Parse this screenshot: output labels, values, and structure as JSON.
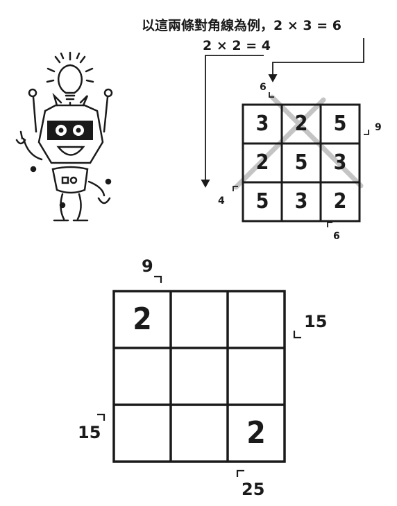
{
  "caption": {
    "line1": "以這兩條對角線為例，2 × 3 = 6",
    "line2": "2 × 2 = 4"
  },
  "example_grid": {
    "cells": [
      [
        "3",
        "2",
        "5"
      ],
      [
        "2",
        "5",
        "3"
      ],
      [
        "5",
        "3",
        "2"
      ]
    ],
    "sums": {
      "top_left_diag": "6",
      "right": "9",
      "bottom_left_diag": "4",
      "bottom_right": "6"
    }
  },
  "puzzle_grid": {
    "cells": [
      [
        "2",
        "",
        ""
      ],
      [
        "",
        "",
        ""
      ],
      [
        "",
        "",
        "2"
      ]
    ],
    "sums": {
      "top": "9",
      "right": "15",
      "left": "15",
      "bottom": "25"
    }
  },
  "mascot": {
    "icon": "robot-lightbulb-icon"
  },
  "colors": {
    "ink": "#1a1a1a",
    "diagonal": "#c4c4c4"
  }
}
